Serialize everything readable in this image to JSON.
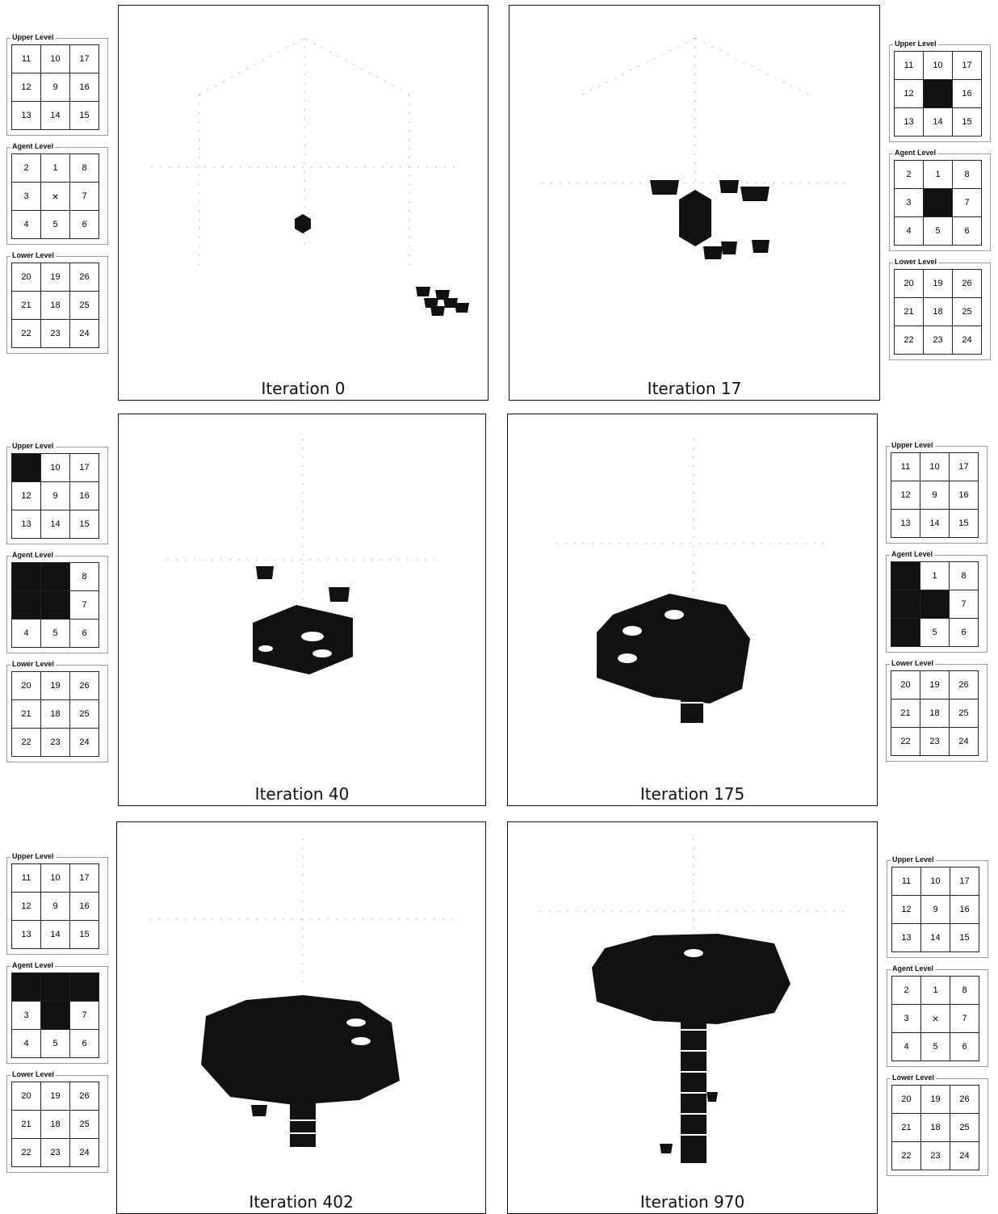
{
  "level_titles": {
    "upper": "Upper Level",
    "agent": "Agent Level",
    "lower": "Lower Level"
  },
  "colors": {
    "filled_cell": "#111111",
    "block": "#111111",
    "background": "#ffffff"
  },
  "frames": [
    {
      "caption": "Iteration 0",
      "upper": [
        "11",
        "10",
        "17",
        "12",
        "9",
        "16",
        "13",
        "14",
        "15"
      ],
      "agent": [
        "2",
        "1",
        "8",
        "3",
        "×",
        "7",
        "4",
        "5",
        "6"
      ],
      "lower": [
        "20",
        "19",
        "26",
        "21",
        "18",
        "25",
        "22",
        "23",
        "24"
      ],
      "upper_filled": [],
      "agent_filled": [],
      "lower_filled": []
    },
    {
      "caption": "Iteration 17",
      "upper": [
        "11",
        "10",
        "17",
        "12",
        "",
        "16",
        "13",
        "14",
        "15"
      ],
      "agent": [
        "2",
        "1",
        "8",
        "3",
        "",
        "7",
        "4",
        "5",
        "6"
      ],
      "lower": [
        "20",
        "19",
        "26",
        "21",
        "18",
        "25",
        "22",
        "23",
        "24"
      ],
      "upper_filled": [
        4
      ],
      "agent_filled": [
        4
      ],
      "lower_filled": []
    },
    {
      "caption": "Iteration 40",
      "upper": [
        "",
        "10",
        "17",
        "12",
        "9",
        "16",
        "13",
        "14",
        "15"
      ],
      "agent": [
        "",
        "",
        "8",
        "",
        "",
        "7",
        "4",
        "5",
        "6"
      ],
      "lower": [
        "20",
        "19",
        "26",
        "21",
        "18",
        "25",
        "22",
        "23",
        "24"
      ],
      "upper_filled": [
        0
      ],
      "agent_filled": [
        0,
        1,
        3,
        4
      ],
      "lower_filled": []
    },
    {
      "caption": "Iteration 175",
      "upper": [
        "11",
        "10",
        "17",
        "12",
        "9",
        "16",
        "13",
        "14",
        "15"
      ],
      "agent": [
        "",
        "1",
        "8",
        "",
        "",
        "7",
        "",
        "5",
        "6"
      ],
      "lower": [
        "20",
        "19",
        "26",
        "21",
        "18",
        "25",
        "22",
        "23",
        "24"
      ],
      "upper_filled": [],
      "agent_filled": [
        0,
        3,
        4,
        6
      ],
      "lower_filled": []
    },
    {
      "caption": "Iteration 402",
      "upper": [
        "11",
        "10",
        "17",
        "12",
        "9",
        "16",
        "13",
        "14",
        "15"
      ],
      "agent": [
        "",
        "",
        "",
        "3",
        "",
        "7",
        "4",
        "5",
        "6"
      ],
      "lower": [
        "20",
        "19",
        "26",
        "21",
        "18",
        "25",
        "22",
        "23",
        "24"
      ],
      "upper_filled": [],
      "agent_filled": [
        0,
        1,
        2,
        4
      ],
      "lower_filled": []
    },
    {
      "caption": "Iteration 970",
      "upper": [
        "11",
        "10",
        "17",
        "12",
        "9",
        "16",
        "13",
        "14",
        "15"
      ],
      "agent": [
        "2",
        "1",
        "8",
        "3",
        "×",
        "7",
        "4",
        "5",
        "6"
      ],
      "lower": [
        "20",
        "19",
        "26",
        "21",
        "18",
        "25",
        "22",
        "23",
        "24"
      ],
      "upper_filled": [],
      "agent_filled": [],
      "lower_filled": []
    }
  ]
}
